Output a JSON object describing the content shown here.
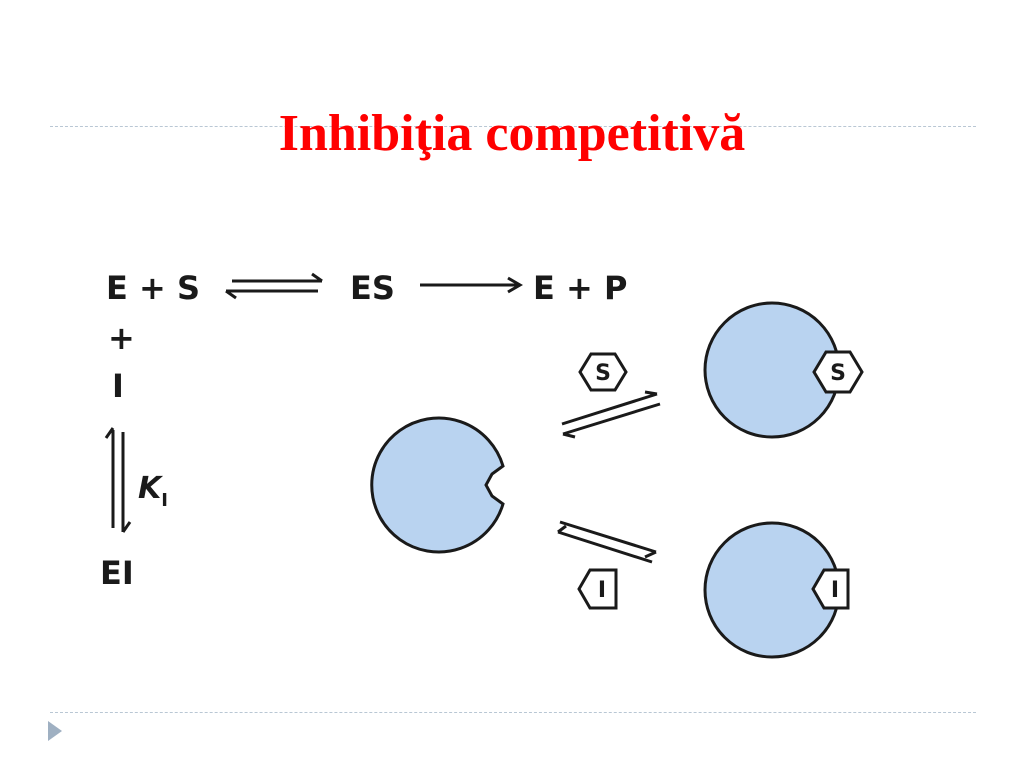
{
  "slide": {
    "title": "Inhibiţia competitivă"
  },
  "scheme": {
    "eq_left": "E + S",
    "eq_mid": "ES",
    "eq_right": "E + P",
    "plus": "+",
    "inhibitor": "I",
    "constant_k": "K",
    "constant_sub": "I",
    "complex_ei": "EI"
  },
  "illustration": {
    "substrate_symbol": "S",
    "inhibitor_symbol": "I",
    "enzyme_color": "#b9d3f0",
    "outline_color": "#1a1a1a"
  }
}
